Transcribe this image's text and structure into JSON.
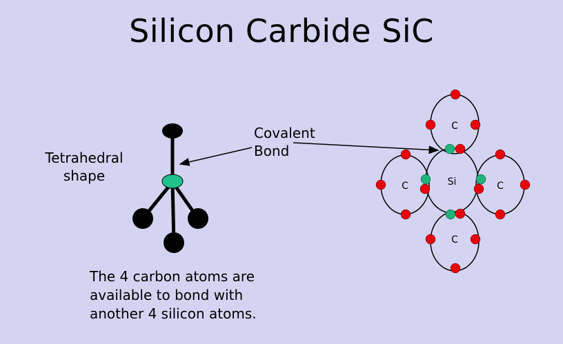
{
  "title": "Silicon Carbide SiC",
  "labels": {
    "tetrahedral_line1": "Tetrahedral",
    "tetrahedral_line2": "shape",
    "covalent_line1": "Covalent",
    "covalent_line2": "Bond"
  },
  "caption": {
    "line1": "The 4 carbon atoms are",
    "line2": "available to bond with",
    "line3": "another 4 silicon atoms."
  },
  "atoms": {
    "center": "Si",
    "top": "C",
    "left": "C",
    "right": "C",
    "bottom": "C"
  },
  "colors": {
    "background": "#d4d4f2",
    "electron": "#e8000a",
    "shared_electron": "#22b37a",
    "tetra_center": "#1fc28a",
    "tetra_atom": "#000000"
  }
}
